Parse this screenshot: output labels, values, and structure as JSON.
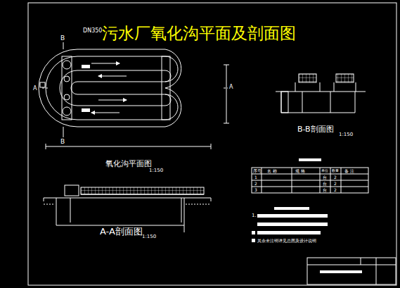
{
  "diagram": {
    "title": "污水厂氧化沟平面及剖面图",
    "labels": [
      "DN350",
      "B",
      "B",
      "A",
      "A",
      "氧化沟平面图",
      "1:150",
      "A-A剖面图",
      "1:150",
      "B-B剖面图",
      "1:150",
      "序号",
      "名 称",
      "规 格",
      "单位",
      "数量",
      "备 注",
      "1",
      "2",
      "3",
      "台",
      "2",
      "台",
      "2",
      "台",
      "2",
      "1.",
      "其余未注明详见总图及设计说明"
    ]
  }
}
